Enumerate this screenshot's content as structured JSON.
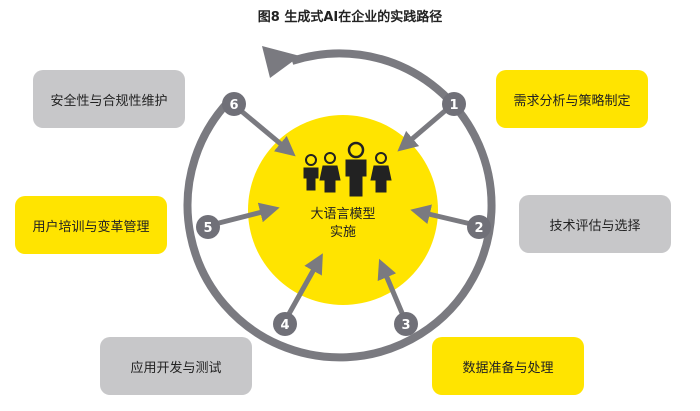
{
  "title": "图8  生成式AI在企业的实践路径",
  "center": {
    "line1": "大语言模型",
    "line2": "实施"
  },
  "colors": {
    "yellow": "#ffe400",
    "gray_box": "#c7c7c9",
    "ring": "#7a7a80",
    "badge": "#707078"
  },
  "steps": [
    {
      "num": "1",
      "label": "需求分析与策略制定"
    },
    {
      "num": "2",
      "label": "技术评估与选择"
    },
    {
      "num": "3",
      "label": "数据准备与处理"
    },
    {
      "num": "4",
      "label": "应用开发与测试"
    },
    {
      "num": "5",
      "label": "用户培训与变革管理"
    },
    {
      "num": "6",
      "label": "安全性与合规性维护"
    }
  ]
}
